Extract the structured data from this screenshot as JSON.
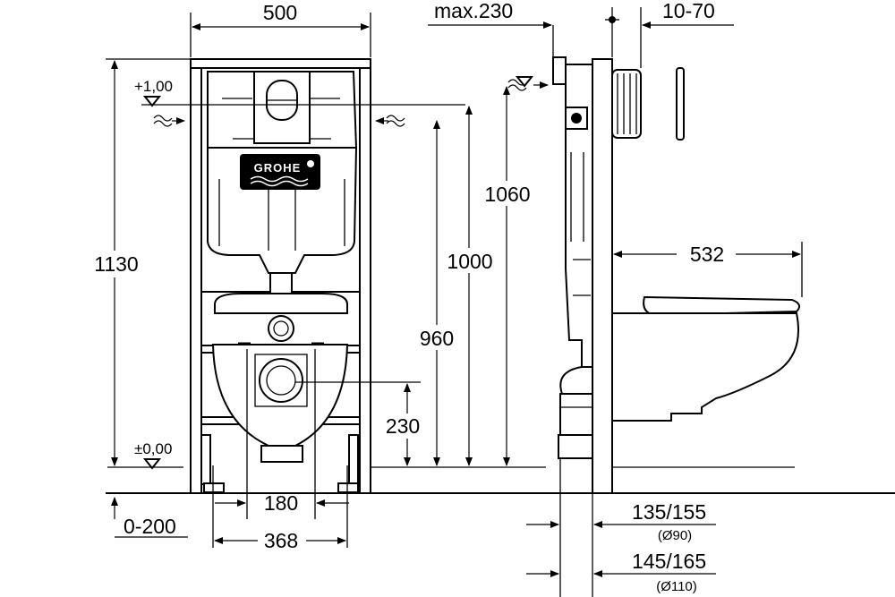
{
  "front_view": {
    "brand_logo": "GROHE",
    "dims": {
      "frame_width": "500",
      "total_height": "1130",
      "level_top": "+1,00",
      "level_floor": "±0,00",
      "drain_spacing": "180",
      "bowl_mount": "368",
      "floor_adjust": "0-200",
      "outlet_height": "230",
      "inlet_height_low": "960",
      "inlet_height": "1000",
      "frame_height": "1060"
    }
  },
  "side_view": {
    "dims": {
      "max_depth": "max.230",
      "wall_thickness": "10-70",
      "bowl_projection": "532",
      "pipe_small": "135/155",
      "pipe_small_dia": "(Ø90)",
      "pipe_large": "145/165",
      "pipe_large_dia": "(Ø110)"
    }
  }
}
